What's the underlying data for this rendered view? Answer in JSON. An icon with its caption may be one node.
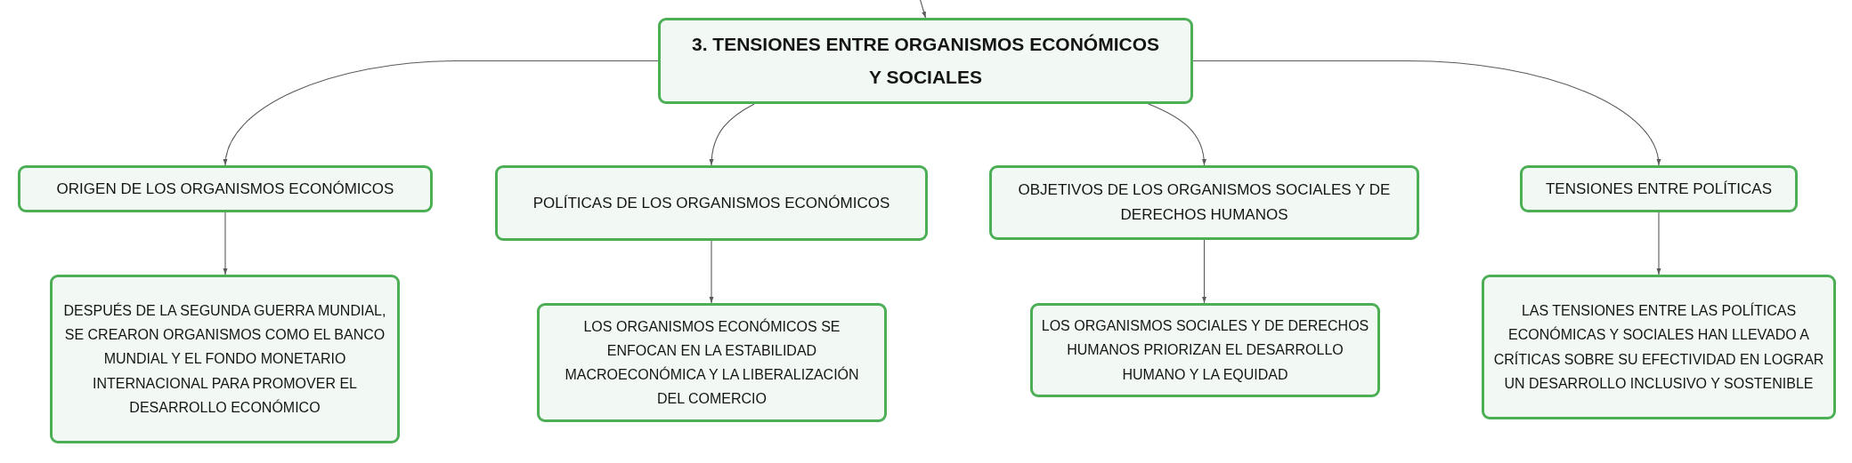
{
  "diagram": {
    "nodes": [
      {
        "text": [
          "3. TENSIONES ENTRE ORGANISMOS ECONÓMICOS Y SOCIALES"
        ]
      },
      {
        "text": [
          "ORIGEN DE LOS ORGANISMOS ECONÓMICOS"
        ]
      },
      {
        "text": [
          "POLÍTICAS DE LOS ORGANISMOS ECONÓMICOS"
        ]
      },
      {
        "text": [
          "OBJETIVOS DE LOS ORGANISMOS SOCIALES Y DE DERECHOS HUMANOS"
        ]
      },
      {
        "text": [
          "TENSIONES ENTRE POLÍTICAS"
        ]
      },
      {
        "text": [
          "DESPUÉS DE LA SEGUNDA GUERRA MUNDIAL, SE CREARON ORGANISMOS COMO EL BANCO MUNDIAL Y EL FONDO MONETARIO INTERNACIONAL PARA PROMOVER EL DESARROLLO ECONÓMICO"
        ]
      },
      {
        "text": [
          "LOS ORGANISMOS ECONÓMICOS SE ENFOCAN EN LA ESTABILIDAD MACROECONÓMICA Y LA LIBERALIZACIÓN DEL COMERCIO"
        ]
      },
      {
        "text": [
          "LOS ORGANISMOS SOCIALES Y DE DERECHOS HUMANOS PRIORIZAN EL DESARROLLO HUMANO Y LA EQUIDAD"
        ]
      },
      {
        "text": [
          "LAS TENSIONES ENTRE LAS POLÍTICAS ECONÓMICAS Y SOCIALES HAN LLEVADO A CRÍTICAS SOBRE SU EFECTIVIDAD EN LOGRAR UN DESARROLLO INCLUSIVO Y SOSTENIBLE"
        ]
      }
    ],
    "edges": [
      {
        "from": null,
        "to": 0,
        "arrow": "to"
      },
      {
        "from": 0,
        "to": 1,
        "arrow": "to"
      },
      {
        "from": 0,
        "to": 2,
        "arrow": "to"
      },
      {
        "from": 0,
        "to": 3,
        "arrow": "to"
      },
      {
        "from": 0,
        "to": 4,
        "arrow": "to"
      },
      {
        "from": 1,
        "to": 5,
        "arrow": "to"
      },
      {
        "from": 2,
        "to": 6,
        "arrow": "to"
      },
      {
        "from": 3,
        "to": 7,
        "arrow": "to"
      },
      {
        "from": 4,
        "to": 8,
        "arrow": "to"
      }
    ]
  }
}
